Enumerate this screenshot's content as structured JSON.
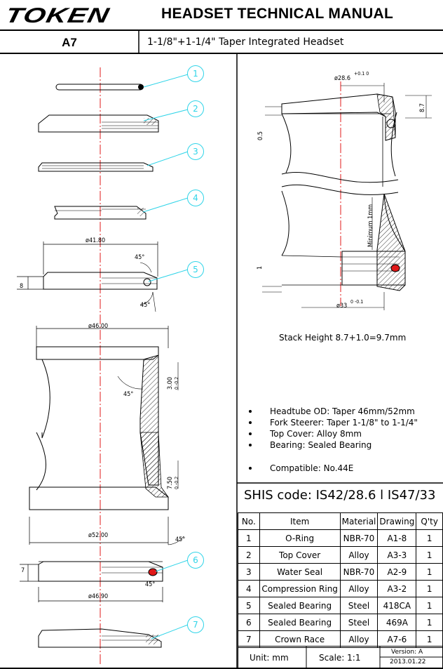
{
  "header": {
    "brand": "TOKEN",
    "title": "HEADSET TECHNICAL MANUAL"
  },
  "model": {
    "code": "A7",
    "description": "1-1/8\"+1-1/4\" Taper Integrated Headset"
  },
  "callouts": [
    "1",
    "2",
    "3",
    "4",
    "5",
    "6",
    "7"
  ],
  "exploded_labels": {
    "bearing_top_dia": "ø41.80",
    "bearing_angle_top": "45°",
    "bearing_height": "8",
    "bearing_angle_bottom": "45°",
    "headtube_top_dia": "ø46.00",
    "headtube_top_angle": "45°",
    "headtube_top_depth": "3.00",
    "headtube_top_depth_tol": "0 -0.2",
    "headtube_bottom_depth": "7.50",
    "headtube_bottom_depth_tol": "0 -0.2",
    "headtube_bottom_dia": "ø52.00",
    "headtube_bottom_angle": "45°",
    "lower_bearing_height": "7",
    "lower_bearing_angle": "45°",
    "lower_bearing_dia": "ø46.90"
  },
  "assembly_labels": {
    "top_dia": "ø28.6",
    "top_dia_tol": "+0.1 0",
    "stack_top": "8.7",
    "spacer": "0.5",
    "min_insert": "Minimum 1mm",
    "bottom_stack": "1",
    "bottom_dia": "ø33",
    "bottom_dia_tol": "0 -0.1"
  },
  "stack_height": "Stack Height 8.7+1.0=9.7mm",
  "specs": [
    "Headtube OD: Taper 46mm/52mm",
    "Fork Steerer: Taper 1-1/8\" to 1-1/4\"",
    "Top Cover: Alloy 8mm",
    "Bearing: Sealed Bearing",
    "Compatible: No.44E"
  ],
  "shis_code": "SHIS code: IS42/28.6 l IS47/33",
  "parts_table": {
    "headers": [
      "No.",
      "Item",
      "Material",
      "Drawing",
      "Q'ty"
    ],
    "rows": [
      [
        "1",
        "O-Ring",
        "NBR-70",
        "A1-8",
        "1"
      ],
      [
        "2",
        "Top Cover",
        "Alloy",
        "A3-3",
        "1"
      ],
      [
        "3",
        "Water Seal",
        "NBR-70",
        "A2-9",
        "1"
      ],
      [
        "4",
        "Compression Ring",
        "Alloy",
        "A3-2",
        "1"
      ],
      [
        "5",
        "Sealed Bearing",
        "Steel",
        "418CA",
        "1"
      ],
      [
        "6",
        "Sealed Bearing",
        "Steel",
        "469A",
        "1"
      ],
      [
        "7",
        "Crown Race",
        "Alloy",
        "A7-6",
        "1"
      ]
    ]
  },
  "footer": {
    "unit": "Unit: mm",
    "scale": "Scale: 1:1",
    "version": "Version: A",
    "date": "2013.01.22"
  },
  "colors": {
    "callout": "#2fd4e8",
    "centerline": "#e01818",
    "seal": "#e01818",
    "line": "#000000"
  }
}
